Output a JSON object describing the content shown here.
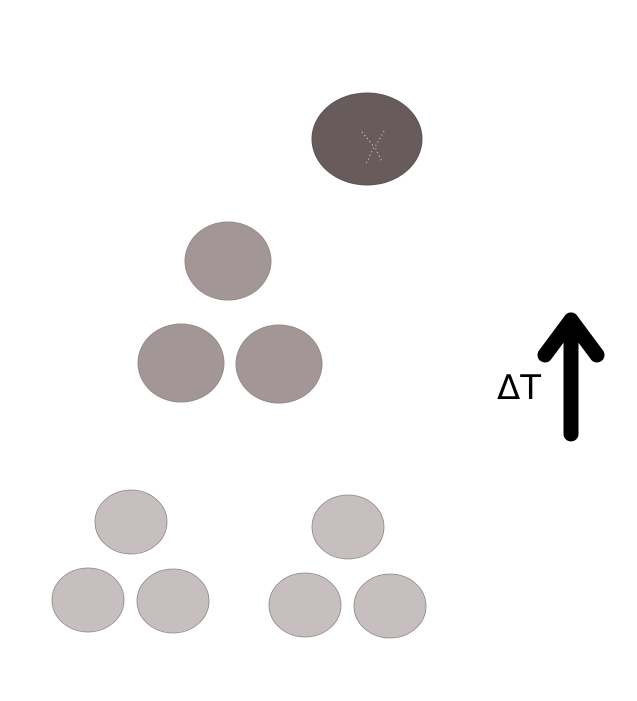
{
  "diagram": {
    "label": "ΔT",
    "arrow_direction": "up",
    "colors": {
      "top_particle": "#675b5b",
      "middle_cluster": "#a29696",
      "bottom_clusters": "#c7bfbf",
      "outline": "#8f8585",
      "arrow": "#000000",
      "sparkle": "#f4f0f0"
    },
    "groups": [
      {
        "name": "top-single-particle",
        "count": 1
      },
      {
        "name": "middle-triangle-cluster",
        "count": 3
      },
      {
        "name": "bottom-left-triangle-cluster",
        "count": 3
      },
      {
        "name": "bottom-right-triangle-cluster",
        "count": 3
      }
    ]
  }
}
